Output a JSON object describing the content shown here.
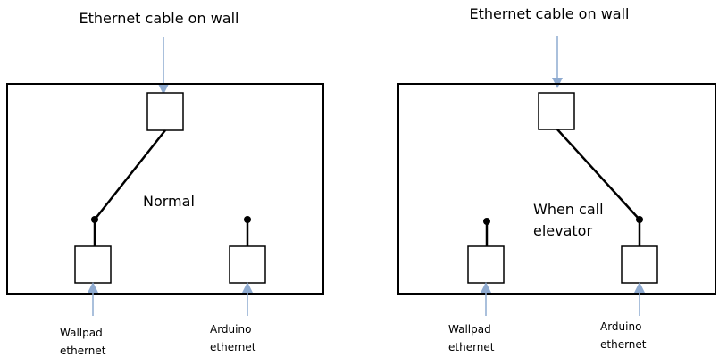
{
  "panels": [
    {
      "top_label": "Ethernet cable on wall",
      "state_lines": [
        "Normal"
      ],
      "bottom_labels": [
        [
          "Wallpad",
          "ethernet"
        ],
        [
          "Arduino",
          "ethernet"
        ]
      ]
    },
    {
      "top_label": "Ethernet cable on wall",
      "state_lines": [
        "When call",
        "elevator"
      ],
      "bottom_labels": [
        [
          "Wallpad",
          "ethernet"
        ],
        [
          "Arduino",
          "ethernet"
        ]
      ]
    }
  ],
  "colors": {
    "arrow": "#8eaad0",
    "line": "#000000"
  }
}
